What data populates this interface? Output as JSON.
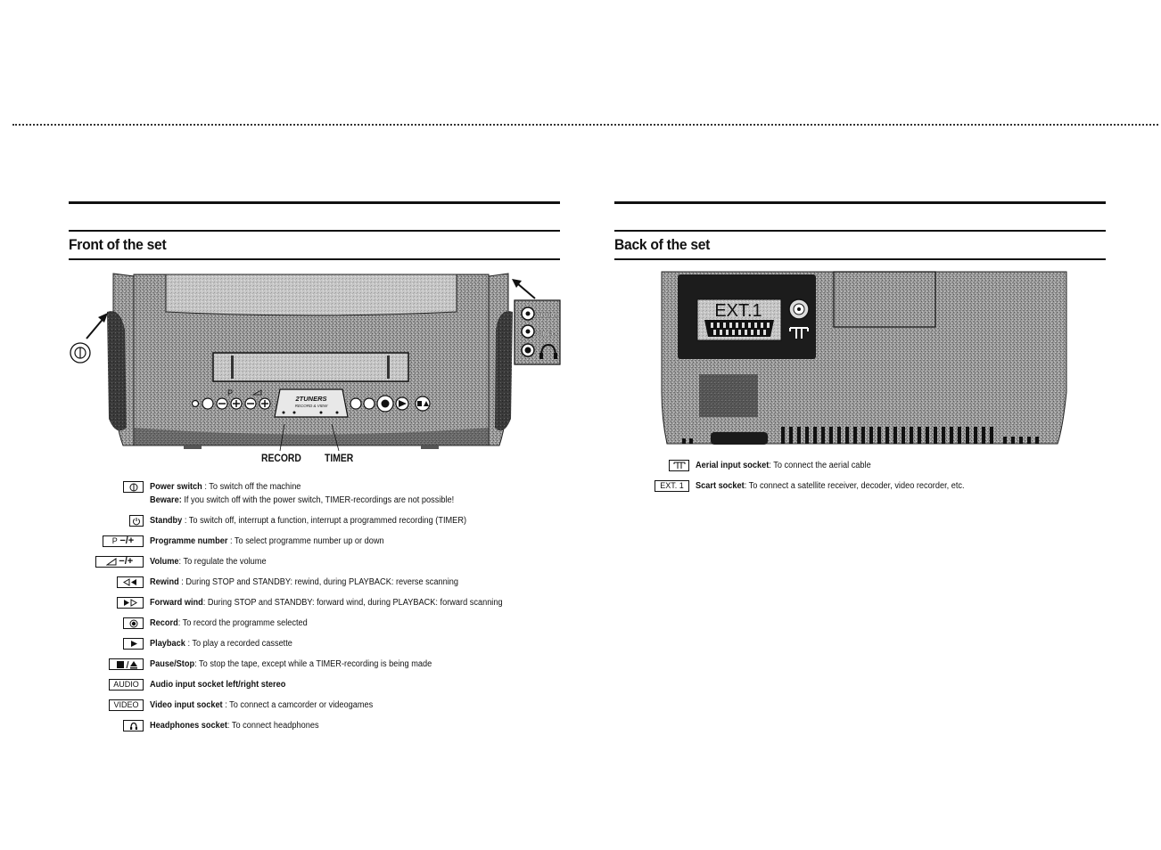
{
  "front": {
    "title": "Front of the set",
    "callouts": {
      "record": "RECORD",
      "timer": "TIMER"
    },
    "panel": {
      "audio": "AUDIO",
      "video": "VIDEO",
      "brand_line1": "2TUNERS",
      "brand_line2": "RECORD & VIEW",
      "p_label": "P"
    },
    "legend": [
      {
        "icon": "power-switch-icon",
        "label": "Power switch",
        "desc": " : To switch off the machine"
      },
      {
        "icon": "standby-icon",
        "label": "Standby",
        "desc": " : To switch off, interrupt a function, interrupt a programmed recording (TIMER)"
      },
      {
        "icon": "programme-number-icon",
        "label": "Programme number",
        "desc": " : To select programme number up or down"
      },
      {
        "icon": "volume-icon",
        "label": "Volume",
        "desc": ": To regulate the volume"
      },
      {
        "icon": "rewind-icon",
        "label": "Rewind",
        "desc": " : During STOP and STANDBY: rewind, during PLAYBACK: reverse scanning"
      },
      {
        "icon": "forward-wind-icon",
        "label": "Forward wind",
        "desc": ": During STOP and STANDBY: forward wind, during PLAYBACK: forward scanning"
      },
      {
        "icon": "record-icon",
        "label": "Record",
        "desc": ": To record the programme selected"
      },
      {
        "icon": "playback-icon",
        "label": "Playback",
        "desc": " : To play a recorded cassette"
      },
      {
        "icon": "pause-stop-icon",
        "label": "Pause/Stop",
        "desc": ": To stop the tape, except while a TIMER-recording is being made"
      },
      {
        "icon": "audio-box",
        "label": "Audio input socket left/right stereo",
        "desc": ""
      },
      {
        "icon": "video-box",
        "label": "Video input socket",
        "desc": " : To connect a camcorder or videogames"
      },
      {
        "icon": "headphones-icon",
        "label": "Headphones socket",
        "desc": ": To connect headphones"
      }
    ],
    "beware_label": "Beware:",
    "beware_text": " If you switch off with the power switch, TIMER-recordings are not possible!",
    "sym_text": {
      "p": "P",
      "minus_plus": "−/+",
      "audio": "AUDIO",
      "video": "VIDEO"
    }
  },
  "back": {
    "title": "Back of the set",
    "ext_label": "EXT.1",
    "legend": [
      {
        "icon": "aerial-icon",
        "label": "Aerial input socket",
        "desc": ": To connect the aerial cable"
      },
      {
        "icon": "ext1-box",
        "label": "Scart socket",
        "desc": ": To connect a satellite receiver, decoder, video recorder, etc."
      }
    ],
    "sym_text": {
      "ext1": "EXT. 1"
    }
  }
}
